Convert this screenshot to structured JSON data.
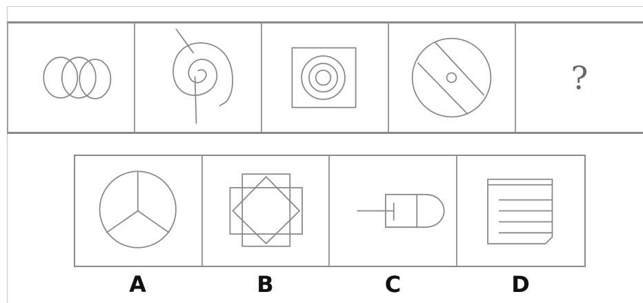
{
  "question": {
    "panels": [
      {
        "icon": "three-overlapping-circles-icon"
      },
      {
        "icon": "spiral-with-line-icon"
      },
      {
        "icon": "concentric-circles-in-square-icon"
      },
      {
        "icon": "circle-with-two-chords-icon"
      },
      {
        "icon": "question-mark",
        "text": "?"
      }
    ]
  },
  "options": [
    {
      "label": "A",
      "icon": "circle-divided-three-icon"
    },
    {
      "label": "B",
      "icon": "square-and-diamond-cross-icon"
    },
    {
      "label": "C",
      "icon": "bullet-shape-with-line-icon"
    },
    {
      "label": "D",
      "icon": "lined-paper-square-icon"
    }
  ]
}
